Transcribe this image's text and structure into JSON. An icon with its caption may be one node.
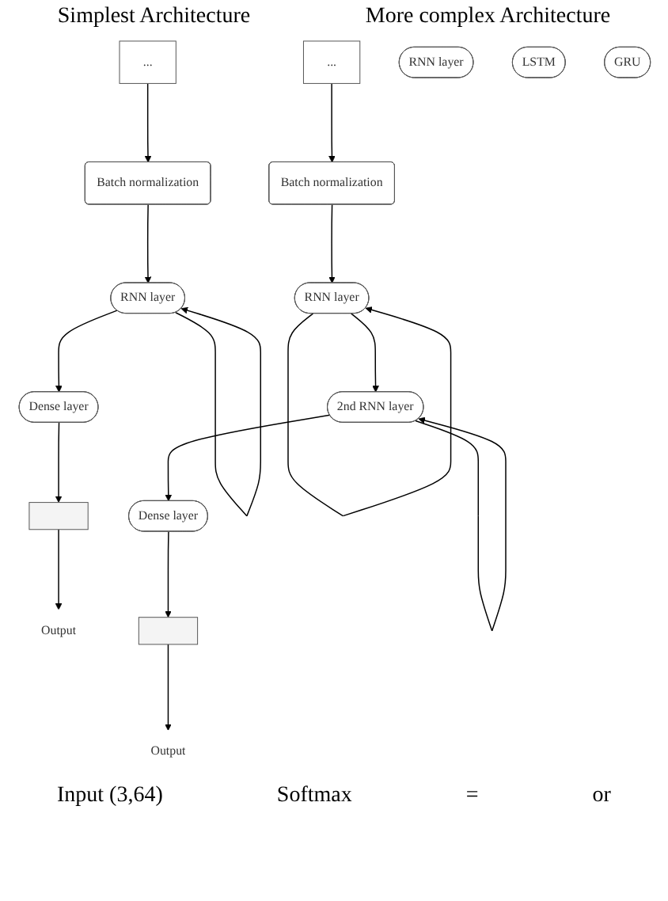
{
  "diagram": {
    "nodes": [
      {
        "text": [
          "..."
        ]
      },
      {
        "text": [
          "Batch normalization"
        ]
      },
      {
        "text": [
          "RNN layer"
        ]
      },
      {
        "text": [
          "Dense layer"
        ]
      },
      {
        "text": [],
        "shape": "bar"
      },
      {
        "text": [
          "Output"
        ]
      },
      {
        "text": [
          "..."
        ]
      },
      {
        "text": [
          "Batch normalization"
        ]
      },
      {
        "text": [
          "RNN layer"
        ]
      },
      {
        "text": [
          "2nd RNN layer"
        ]
      },
      {
        "text": [
          "Dense layer"
        ]
      },
      {
        "text": [],
        "shape": "bar"
      },
      {
        "text": [
          "Output"
        ]
      },
      {
        "text": [
          "RNN layer"
        ]
      },
      {
        "text": [
          "LSTM"
        ]
      },
      {
        "text": [
          "GRU"
        ]
      }
    ],
    "edges": [
      {
        "from": 0,
        "to": 1,
        "arrow": "to"
      },
      {
        "from": 1,
        "to": 2,
        "arrow": "to"
      },
      {
        "from": 2,
        "to": 2,
        "arrow": "to"
      },
      {
        "from": 2,
        "to": 3,
        "arrow": "to"
      },
      {
        "from": 3,
        "to": 4,
        "arrow": "to"
      },
      {
        "from": 4,
        "to": 5,
        "arrow": "to"
      },
      {
        "from": 6,
        "to": 7,
        "arrow": "to"
      },
      {
        "from": 7,
        "to": 8,
        "arrow": "to"
      },
      {
        "from": 8,
        "to": 8,
        "arrow": "to"
      },
      {
        "from": 8,
        "to": 9,
        "arrow": "to"
      },
      {
        "from": 9,
        "to": 9,
        "arrow": "to"
      },
      {
        "from": 9,
        "to": 10,
        "arrow": "to"
      },
      {
        "from": 10,
        "to": 11,
        "arrow": "to"
      },
      {
        "from": 11,
        "to": 12,
        "arrow": "to"
      }
    ],
    "labels": [
      "Simplest Architecture",
      "More complex Architecture",
      "Input (3,64)",
      "Softmax",
      "=",
      "or"
    ]
  }
}
